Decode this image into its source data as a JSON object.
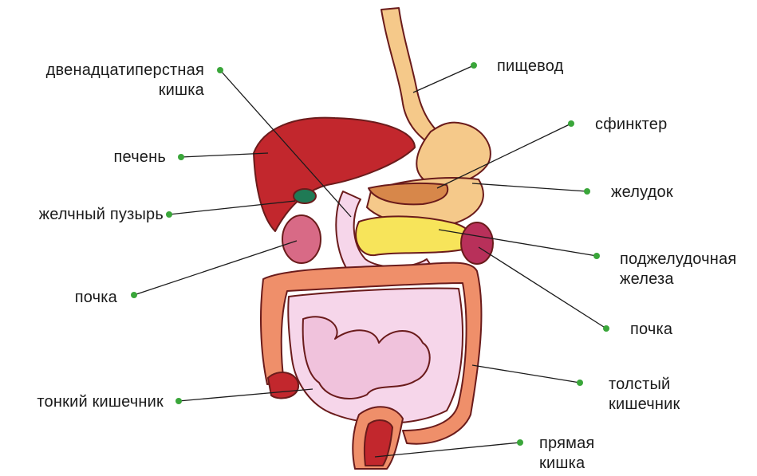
{
  "labels": {
    "duodenum_line1": "двенадцатиперстная",
    "duodenum_line2": "кишка",
    "liver": "печень",
    "gallbladder": "желчный пузырь",
    "kidney_left": "почка",
    "small_intestine": "тонкий кишечник",
    "esophagus": "пищевод",
    "sphincter": "сфинктер",
    "stomach": "желудок",
    "pancreas_line1": "поджелудочная",
    "pancreas_line2": "железа",
    "kidney_right": "почка",
    "large_intestine_line1": "толстый",
    "large_intestine_line2": "кишечник",
    "rectum_line1": "прямая",
    "rectum_line2": "кишка"
  },
  "colors": {
    "marker": "#3aa63a",
    "leader_line": "#1b1b1b",
    "liver": "#c2272d",
    "stomach": "#f5c98a",
    "pancreas": "#f7e45a",
    "intestine": "#f6d6ea",
    "colon": "#ef8f6a",
    "outline": "#6a1b1b"
  }
}
